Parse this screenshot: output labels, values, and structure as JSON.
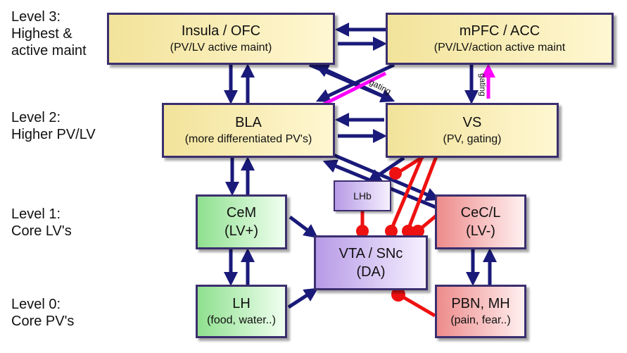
{
  "levels": {
    "l3_line1": "Level 3:",
    "l3_line2": "Highest &",
    "l3_line3": "active maint",
    "l2_line1": "Level 2:",
    "l2_line2": "Higher PV/LV",
    "l1_line1": "Level 1:",
    "l1_line2": "Core LV's",
    "l0_line1": "Level 0:",
    "l0_line2": "Core PV's"
  },
  "nodes": {
    "insula": {
      "title": "Insula / OFC",
      "sub": "(PV/LV active maint)"
    },
    "mpfc": {
      "title": "mPFC / ACC",
      "sub": "(PV/LV/action active maint"
    },
    "bla": {
      "title": "BLA",
      "sub": "(more differentiated PV's)"
    },
    "vs": {
      "title": "VS",
      "sub": "(PV, gating)"
    },
    "lhb": {
      "title": "LHb"
    },
    "cem": {
      "title": "CeM",
      "sub": "(LV+)"
    },
    "cecl": {
      "title": "CeC/L",
      "sub": "(LV-)"
    },
    "vta": {
      "title": "VTA / SNc",
      "sub": "(DA)"
    },
    "lh": {
      "title": "LH",
      "sub": "(food, water..)"
    },
    "pbn": {
      "title": "PBN, MH",
      "sub": "(pain, fear..)"
    }
  },
  "gating_labels": {
    "left": "gating",
    "right": "gating"
  },
  "colors": {
    "arrow": "#1a1a7a",
    "inhibit": "#ee1111",
    "gating": "#ff00ff",
    "border": "#3b2e6e"
  }
}
